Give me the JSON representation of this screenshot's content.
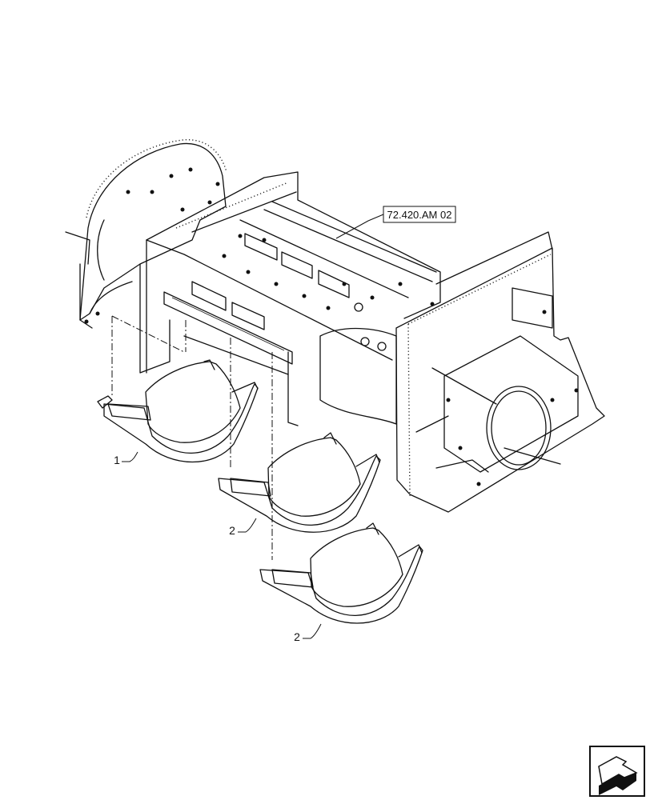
{
  "reference_label": "72.420.AM 02",
  "callouts": [
    {
      "id": "callout-1",
      "text": "1"
    },
    {
      "id": "callout-2a",
      "text": "2"
    },
    {
      "id": "callout-2b",
      "text": "2"
    }
  ],
  "nav_icon": "next-page-arrow-icon"
}
